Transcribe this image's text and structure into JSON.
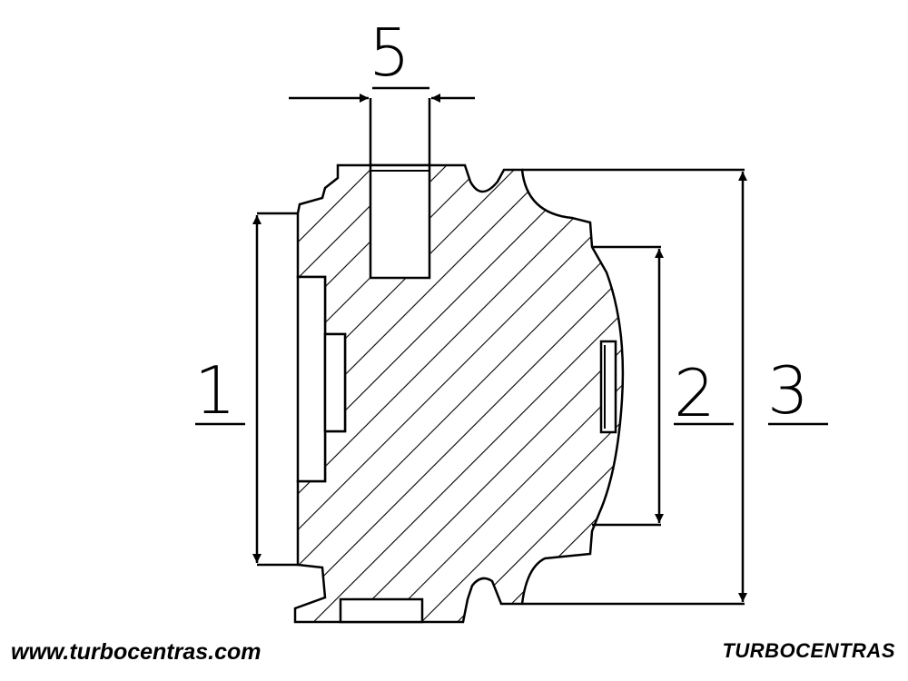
{
  "diagram": {
    "dimension_labels": {
      "d1": "1",
      "d2": "2",
      "d3": "3",
      "d5": "5"
    }
  },
  "footer": {
    "website": "www.turbocentras.com",
    "brand": "TURBOCENTRAS"
  }
}
